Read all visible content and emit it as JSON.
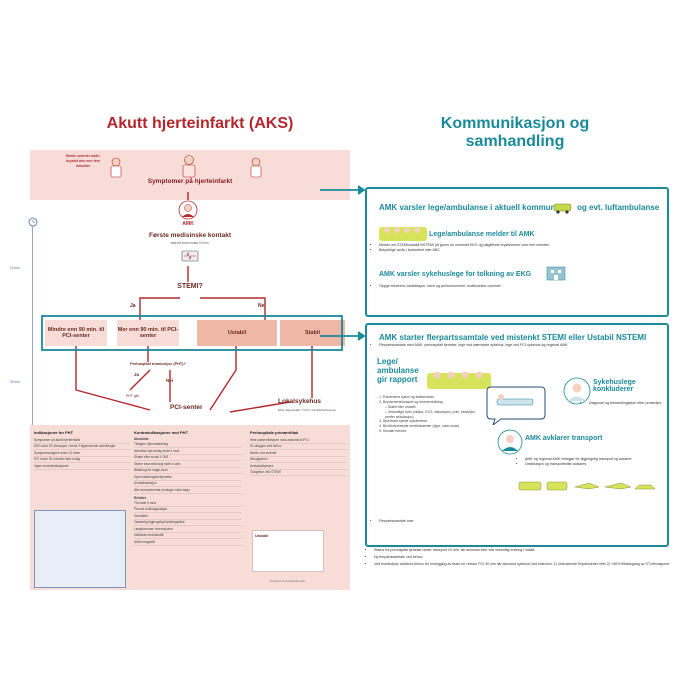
{
  "left": {
    "title": "Akutt hjerteinfarkt (AKS)",
    "symptom_note": "Sterke smerter midt i brystet mer enn fem minutter",
    "symptoms_label": "Symptomer på hjerteinfarkt",
    "amk": "AMK",
    "first_contact": "Første medisinske kontakt",
    "first_contact_sub": "rask tid innen maks 10 min.",
    "timer_10": "10 min.",
    "timer_30": "30 min.",
    "stemi_q": "STEMI?",
    "ja": "Ja",
    "nei": "Nei",
    "less90": "Mindre enn 90 min. til PCI-senter",
    "more90": "Mer enn 90 min. til PCI-senter",
    "ustabil": "Ustabil",
    "stabil": "Stabil",
    "pht_q": "Prehospital trombolyse (PHT)?",
    "pht_ja": "Ja",
    "pht_nei": "Nei",
    "pht_gitt": "PHT gitt",
    "pci": "PCI-senter",
    "lokal": "Lokalsykehus",
    "lokal_sub": "EKG diagnostikk, Tnt/CT, klinikk/konferanse",
    "indik_title": "Indikasjoner for PHT",
    "indik_rows": [
      "Symptomer på akutt hjerteinfarkt",
      "EKG med ST-elevasjon i minst 2 tilgrensende avledninger",
      "Symptomvarighet under 12 timer",
      "PCI innen 90 minutter ikke mulig",
      "Ingen kontraindikasjoner"
    ],
    "kontra_title": "Kontraindikasjoner mot PHT",
    "kontra_sub": "Absolutte",
    "kontra_rows": [
      "Tidligere hjerneblødning",
      "Iskemisk hjerneslag siste 6 mnd",
      "Skade eller svulst i CNS",
      "Større traume/kirurgi siste 4 uker",
      "Blødning fra mage-tarm",
      "Kjent blødningsforstyrrelse",
      "Aortadisseksjon",
      "Ikke-komprimerbar punksjon siste døgn"
    ],
    "kontra_rel": "Relative",
    "kontra_rel_rows": [
      "TIA siste 6 mnd",
      "Peroral antikoagulasjon",
      "Graviditet",
      "Vanskelig tilgjengelig blødningskilde",
      "Langtkommen leversykdom",
      "Infeksiøs endokarditt",
      "Aktivt magesår"
    ],
    "prep_title": "Prehospitale primærtiltak",
    "prep_rows": [
      "Hele pasientforløpet: rask ankomst til PCI",
      "Gi oksygen ved behov",
      "Morfin ved smerter",
      "Nitroglyserin",
      "Acetylsalisylsyre",
      "Ticagrelor ved STEMI"
    ],
    "ustabil_box": "Ustabil",
    "footer": "Produsert av Helsedirektoratet"
  },
  "right": {
    "title": "Kommunikasjon og samhandling",
    "card1_title": "AMK varsler lege/ambulanse i aktuell kommune",
    "card1_title_suffix": "og evt. luftambulanse",
    "card1_sub": "Lege/ambulanse melder til AMK",
    "card1_bullets": [
      "Melder om STEMI/ustabil NSTEMI på grunn av unormalt EKG og pågående brystsmerter over fem minutter",
      "Betydelige avvik i bevissthet eller ABC"
    ],
    "card1_sub2": "AMK varsler sykehuslege for tolkning av EKG",
    "card1_bullets2": [
      "Oppgir rekvirent, lokalisasjon, navn og personnummer, multimonitor-nummer"
    ],
    "card2_title": "AMK starter flerpartssamtale ved mistenkt STEMI eller Ustabil NSTEMI",
    "card2_bullets": [
      "Flerpartssamtale med AMK, prehospitalt tjeneste, lege ved nærmeste sykehus, lege ved PCI-sykehus og regional AMK"
    ],
    "rapport": "Lege/ ambulanse gir rapport",
    "rapport_items": [
      "1. Pasientens kjønn og fødselsdato",
      "2. Brystsmerteforløpet og smerteutvikling",
      "– Stabil eller ustabil",
      "– Vesentlige funn (vitalia, GCS, saturasjon, puls, blodtrykk, perifer sirkulasjon)",
      "3. Åpenbare kjente sykdommer",
      "4. Blodfortynnende medikamenter (type, siste dose)",
      "5. Sosiale forhold"
    ],
    "sykehuslege": "Sykehuslege konkluderer",
    "sykehuslege_bullets": [
      "Diagnose og behandlingsplan etter prosedyre"
    ],
    "amk_transport": "AMK avklarer transport",
    "amk_transport_bullets": [
      "AMK og regional AMK redegjør for tilgjengelig transport og avklarer",
      "Destinasjon og transportmåte avklares"
    ],
    "card2_footer": "Flerpartssamtale over",
    "bottom_bullets": [
      "Status fra prehospital tjeneste under transport 10 min. før ankomst eller ved vesentlig endring i vitalia",
      "Ny flerpartssamtale ved behov",
      "Ved trombolyse avklares behov for innlegging av team for rescue PCI 40 min før ankomst sykehus ved kriterium: 1) Vedvarende brystsmerter eller 2) <50% tilbakegang av ST-elevasjoner"
    ]
  },
  "colors": {
    "red": "#b2282e",
    "teal": "#1a8a9a",
    "pink": "#f7dcd8",
    "salmon": "#efb8a6"
  }
}
